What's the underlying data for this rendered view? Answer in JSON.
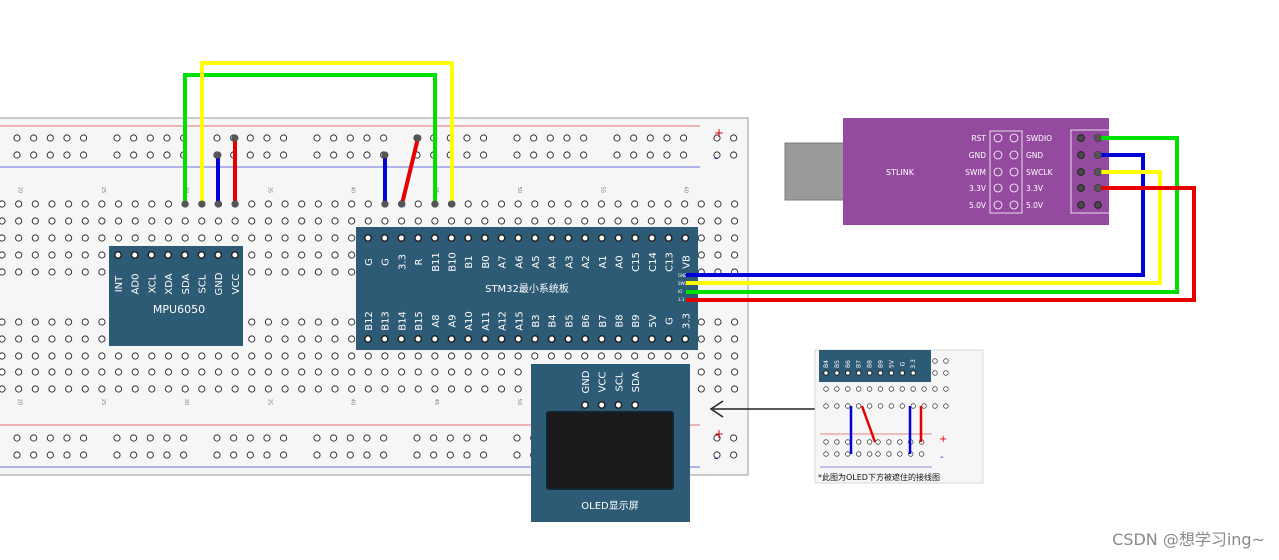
{
  "watermark": "CSDN @想学习ing~",
  "mpu6050": {
    "name": "MPU6050",
    "pins": [
      "INT",
      "AD0",
      "XCL",
      "XDA",
      "SDA",
      "SCL",
      "GND",
      "VCC"
    ]
  },
  "stm32": {
    "name": "STM32最小系统板",
    "top_pins": [
      "G",
      "G",
      "3.3",
      "R",
      "B11",
      "B10",
      "B1",
      "B0",
      "A7",
      "A6",
      "A5",
      "A4",
      "A3",
      "A2",
      "A1",
      "A0",
      "C15",
      "C14",
      "C13",
      "VB"
    ],
    "bottom_pins": [
      "B12",
      "B13",
      "B14",
      "B15",
      "A8",
      "A9",
      "A10",
      "A11",
      "A12",
      "A15",
      "B3",
      "B4",
      "B5",
      "B6",
      "B7",
      "B8",
      "B9",
      "5V",
      "G",
      "3.3"
    ]
  },
  "oled": {
    "name": "OLED显示屏",
    "pins": [
      "GND",
      "VCC",
      "SCL",
      "SDA"
    ]
  },
  "stlink": {
    "name": "STLINK",
    "left_labels": [
      "RST",
      "GND",
      "SWIM",
      "3.3V",
      "5.0V"
    ],
    "right_labels": [
      "SWDIO",
      "GND",
      "SWCLK",
      "3.3V",
      "5.0V"
    ]
  },
  "breadboard": {
    "plus": "+",
    "minus": "-",
    "column_numbers": [
      "20",
      "25",
      "30",
      "35",
      "40",
      "45",
      "50",
      "55",
      "60"
    ]
  },
  "inset": {
    "pins": [
      "B4",
      "B5",
      "B6",
      "B7",
      "B8",
      "B9",
      "5V",
      "G",
      "3.3"
    ],
    "plus": "+",
    "minus": "-",
    "caption": "*此图为OLED下方被遮住的接线图"
  },
  "colors": {
    "board": "#2d5a74",
    "stlink": "#944b9f",
    "wire_green": "#00e000",
    "wire_yellow": "#ffff00",
    "wire_blue": "#0000d8",
    "wire_red": "#e60000"
  }
}
